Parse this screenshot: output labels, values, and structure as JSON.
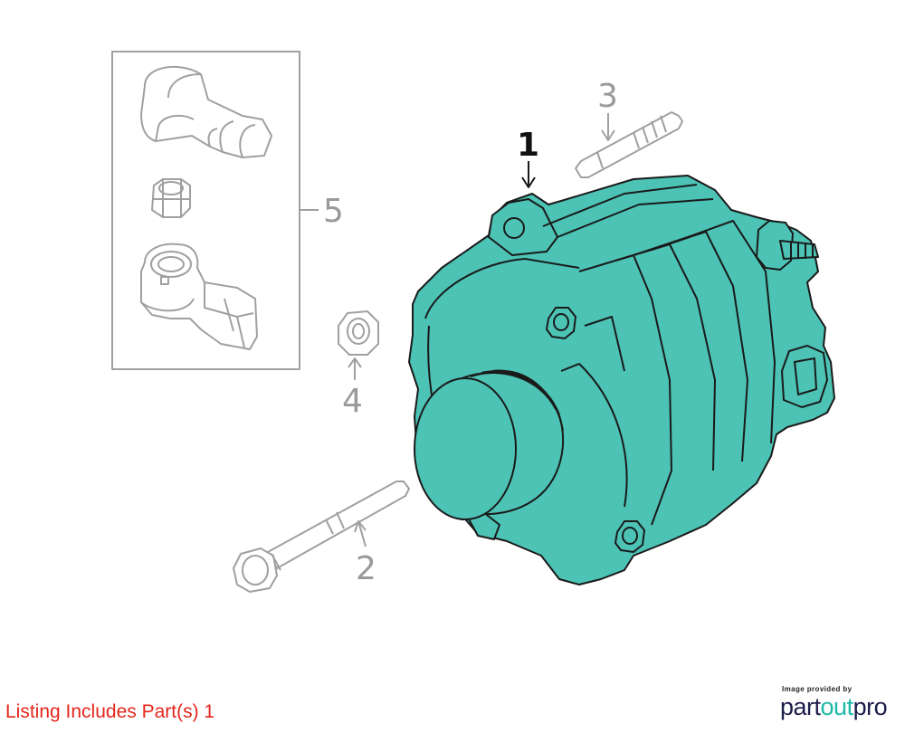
{
  "callouts": {
    "c1": "1",
    "c2": "2",
    "c3": "3",
    "c4": "4",
    "c5": "5"
  },
  "listing_text": "Listing Includes Part(s) 1",
  "credit": {
    "provided_by": "Image provided by",
    "brand_part": "part",
    "brand_out": "out",
    "brand_pro": "pro"
  },
  "colors": {
    "highlight": "#4cc3b5",
    "outline": "#1a1a1a",
    "ghost": "#a0a0a0",
    "listing": "#e4261c",
    "brand_dark": "#1c1c4a",
    "brand_teal": "#1db9a6"
  }
}
